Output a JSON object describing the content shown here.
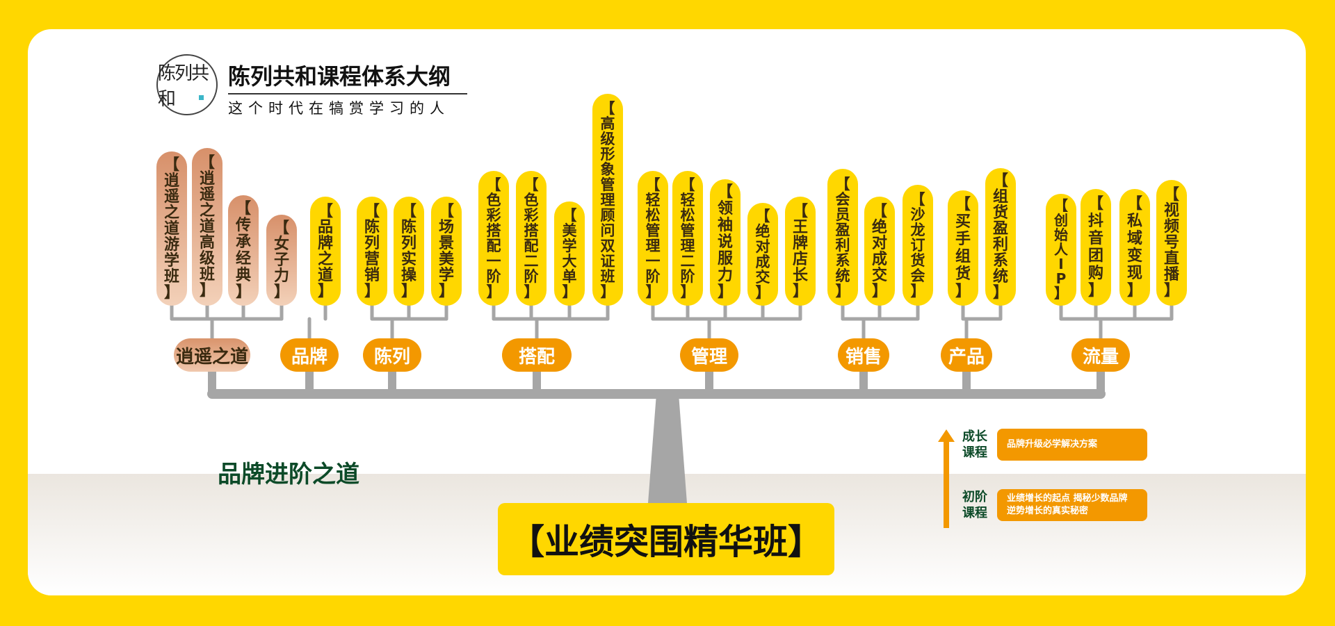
{
  "header": {
    "logo_text": "陈列共和",
    "title": "陈列共和课程体系大纲",
    "subtitle": "这个时代在犒赏学习的人"
  },
  "branches": [
    {
      "label": "逍遥之道",
      "style": "copper",
      "courses": [
        "【逍遥之道游学班】",
        "【逍遥之道高级班】",
        "【传承经典】",
        "【女子力】"
      ]
    },
    {
      "label": "品牌",
      "style": "orange",
      "courses": [
        "【品牌之道】"
      ]
    },
    {
      "label": "陈列",
      "style": "orange",
      "courses": [
        "【陈列营销】",
        "【陈列实操】",
        "【场景美学】"
      ]
    },
    {
      "label": "搭配",
      "style": "orange",
      "courses": [
        "【色彩搭配一阶】",
        "【色彩搭配二阶】",
        "【美学大单】",
        "【高级形象管理顾问双证班】"
      ]
    },
    {
      "label": "管理",
      "style": "orange",
      "courses": [
        "【轻松管理一阶】",
        "【轻松管理二阶】",
        "【领袖说服力】",
        "【绝对成交】",
        "【王牌店长】"
      ]
    },
    {
      "label": "销售",
      "style": "orange",
      "courses": [
        "【会员盈利系统】",
        "【绝对成交】",
        "【沙龙订货会】"
      ]
    },
    {
      "label": "产品",
      "style": "orange",
      "courses": [
        "【买手组货】",
        "【组货盈利系统】"
      ]
    },
    {
      "label": "流量",
      "style": "orange",
      "courses": [
        "【创始人IP】",
        "【抖音团购】",
        "【私域变现】",
        "【视频号直播】"
      ]
    }
  ],
  "brand_path": "品牌进阶之道",
  "main_course": "【业绩突围精华班】",
  "legend": {
    "growth_label": "成长课程",
    "growth_text": "品牌升级必学解决方案",
    "entry_label": "初阶课程",
    "entry_text_1": "业绩增长的起点 揭秘少数品牌",
    "entry_text_2": "逆势增长的真实秘密"
  },
  "colors": {
    "frame_yellow": "#FFD700",
    "category_orange": "#F39800",
    "trunk_gray": "#A6A6A6",
    "copper_start": "#D7906A",
    "copper_end": "#F3D1B9",
    "dark_green": "#0C4A28"
  }
}
